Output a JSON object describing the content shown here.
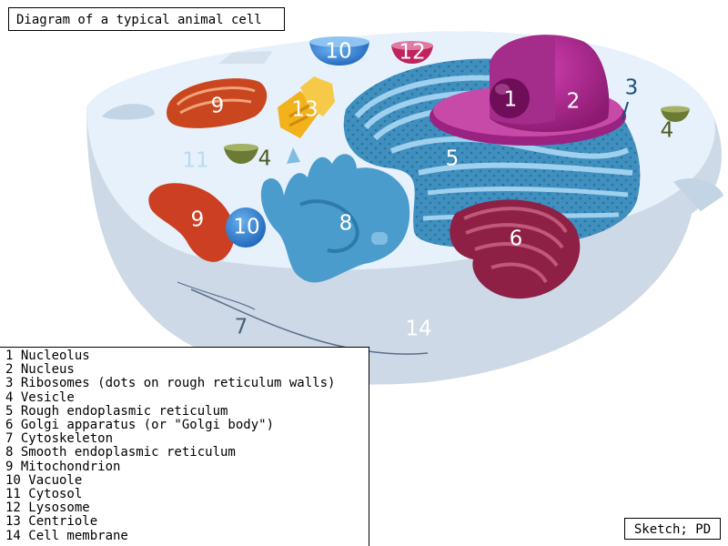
{
  "title": "Diagram of a typical animal cell",
  "credit": "Sketch; PD",
  "legend": [
    "1 Nucleolus",
    "2 Nucleus",
    "3 Ribosomes (dots on rough reticulum walls)",
    "4 Vesicle",
    "5 Rough endoplasmic reticulum",
    "6 Golgi apparatus (or \"Golgi body\")",
    "7 Cytoskeleton",
    "8 Smooth endoplasmic reticulum",
    "9 Mitochondrion",
    "10 Vacuole",
    "11 Cytosol",
    "12 Lysosome",
    "13 Centriole",
    "14 Cell membrane"
  ],
  "labels": {
    "nucleolus": "1",
    "nucleus": "2",
    "ribosomes": "3",
    "vesicle_left": "4",
    "vesicle_right": "4",
    "rough_er": "5",
    "golgi": "6",
    "cytoskeleton": "7",
    "smooth_er": "8",
    "mito_top": "9",
    "mito_left": "9",
    "vacuole_top": "10",
    "vacuole_left": "10",
    "cytosol": "11",
    "lysosome": "12",
    "centriole": "13",
    "membrane": "14"
  },
  "colors": {
    "membrane": "#cdd9e6",
    "cytosol": "#e6f1fb",
    "er": "#4a9ccc",
    "nucleus": "#b0288e",
    "golgi": "#8e1f45",
    "mitochondrion": "#d2502a",
    "vacuole": "#2d7fd2",
    "lysosome": "#c0245e",
    "centriole": "#f2b21c",
    "vesicle": "#6b7a34"
  }
}
